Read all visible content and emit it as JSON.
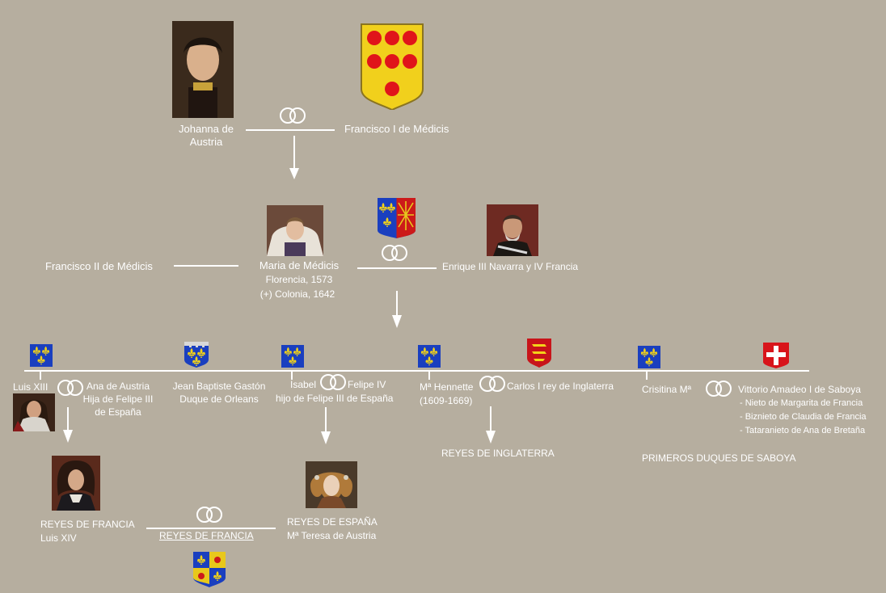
{
  "gen1": {
    "left": {
      "line1": "Johanna de",
      "line2": "Austria"
    },
    "right": {
      "name": "Francisco I de Médicis"
    }
  },
  "gen2": {
    "left": {
      "name": "Francisco II de Médicis"
    },
    "center": {
      "name": "Maria de  Médicis",
      "born": "Florencia, 1573",
      "died": "(+) Colonia, 1642"
    },
    "right": {
      "name": "Enrique III Navarra y IV Francia"
    }
  },
  "gen3": {
    "luis": "Luis XIII",
    "ana": {
      "line1": "Ana de Austria",
      "line2": "Hija de Felipe III",
      "line3": "de España"
    },
    "gaston": {
      "line1": "Jean Baptiste Gastón",
      "line2": "Duque de Orleans"
    },
    "isabel": "Isabel",
    "felipe": {
      "line1": "Felipe IV",
      "line2": "hijo de Felipe III de España"
    },
    "henriette": {
      "line1": "Mª Hennette",
      "line2": "(1609-1669)"
    },
    "carlos": "Carlos I rey de Inglaterra",
    "cristina": "Crisitina Mª",
    "vittorio": {
      "line1": "Vittorio Amadeo I de Saboya",
      "line2": "- Nieto de Margarita de Francia",
      "line3": "- Biznieto de Claudia de Francia",
      "line4": "- Tataranieto de Ana de Bretaña"
    },
    "reyes_inglaterra": "REYES DE INGLATERRA",
    "duques_saboya": "PRIMEROS DUQUES DE SABOYA"
  },
  "gen4": {
    "left": {
      "line1": "REYES DE FRANCIA",
      "line2": "Luis XIV"
    },
    "link": "REYES DE FRANCIA",
    "right": {
      "line1": "REYES DE ESPAÑA",
      "line2": "Mª Teresa de Austria"
    }
  },
  "colors": {
    "background": "#b6ae9f",
    "line": "#ffffff",
    "france_blue": "#1a3fbf",
    "fleur_gold": "#f2d21a",
    "medici_gold": "#f1d01c",
    "medici_red": "#e0141a",
    "savoy_red": "#d8141a",
    "england_red": "#c8141a"
  }
}
